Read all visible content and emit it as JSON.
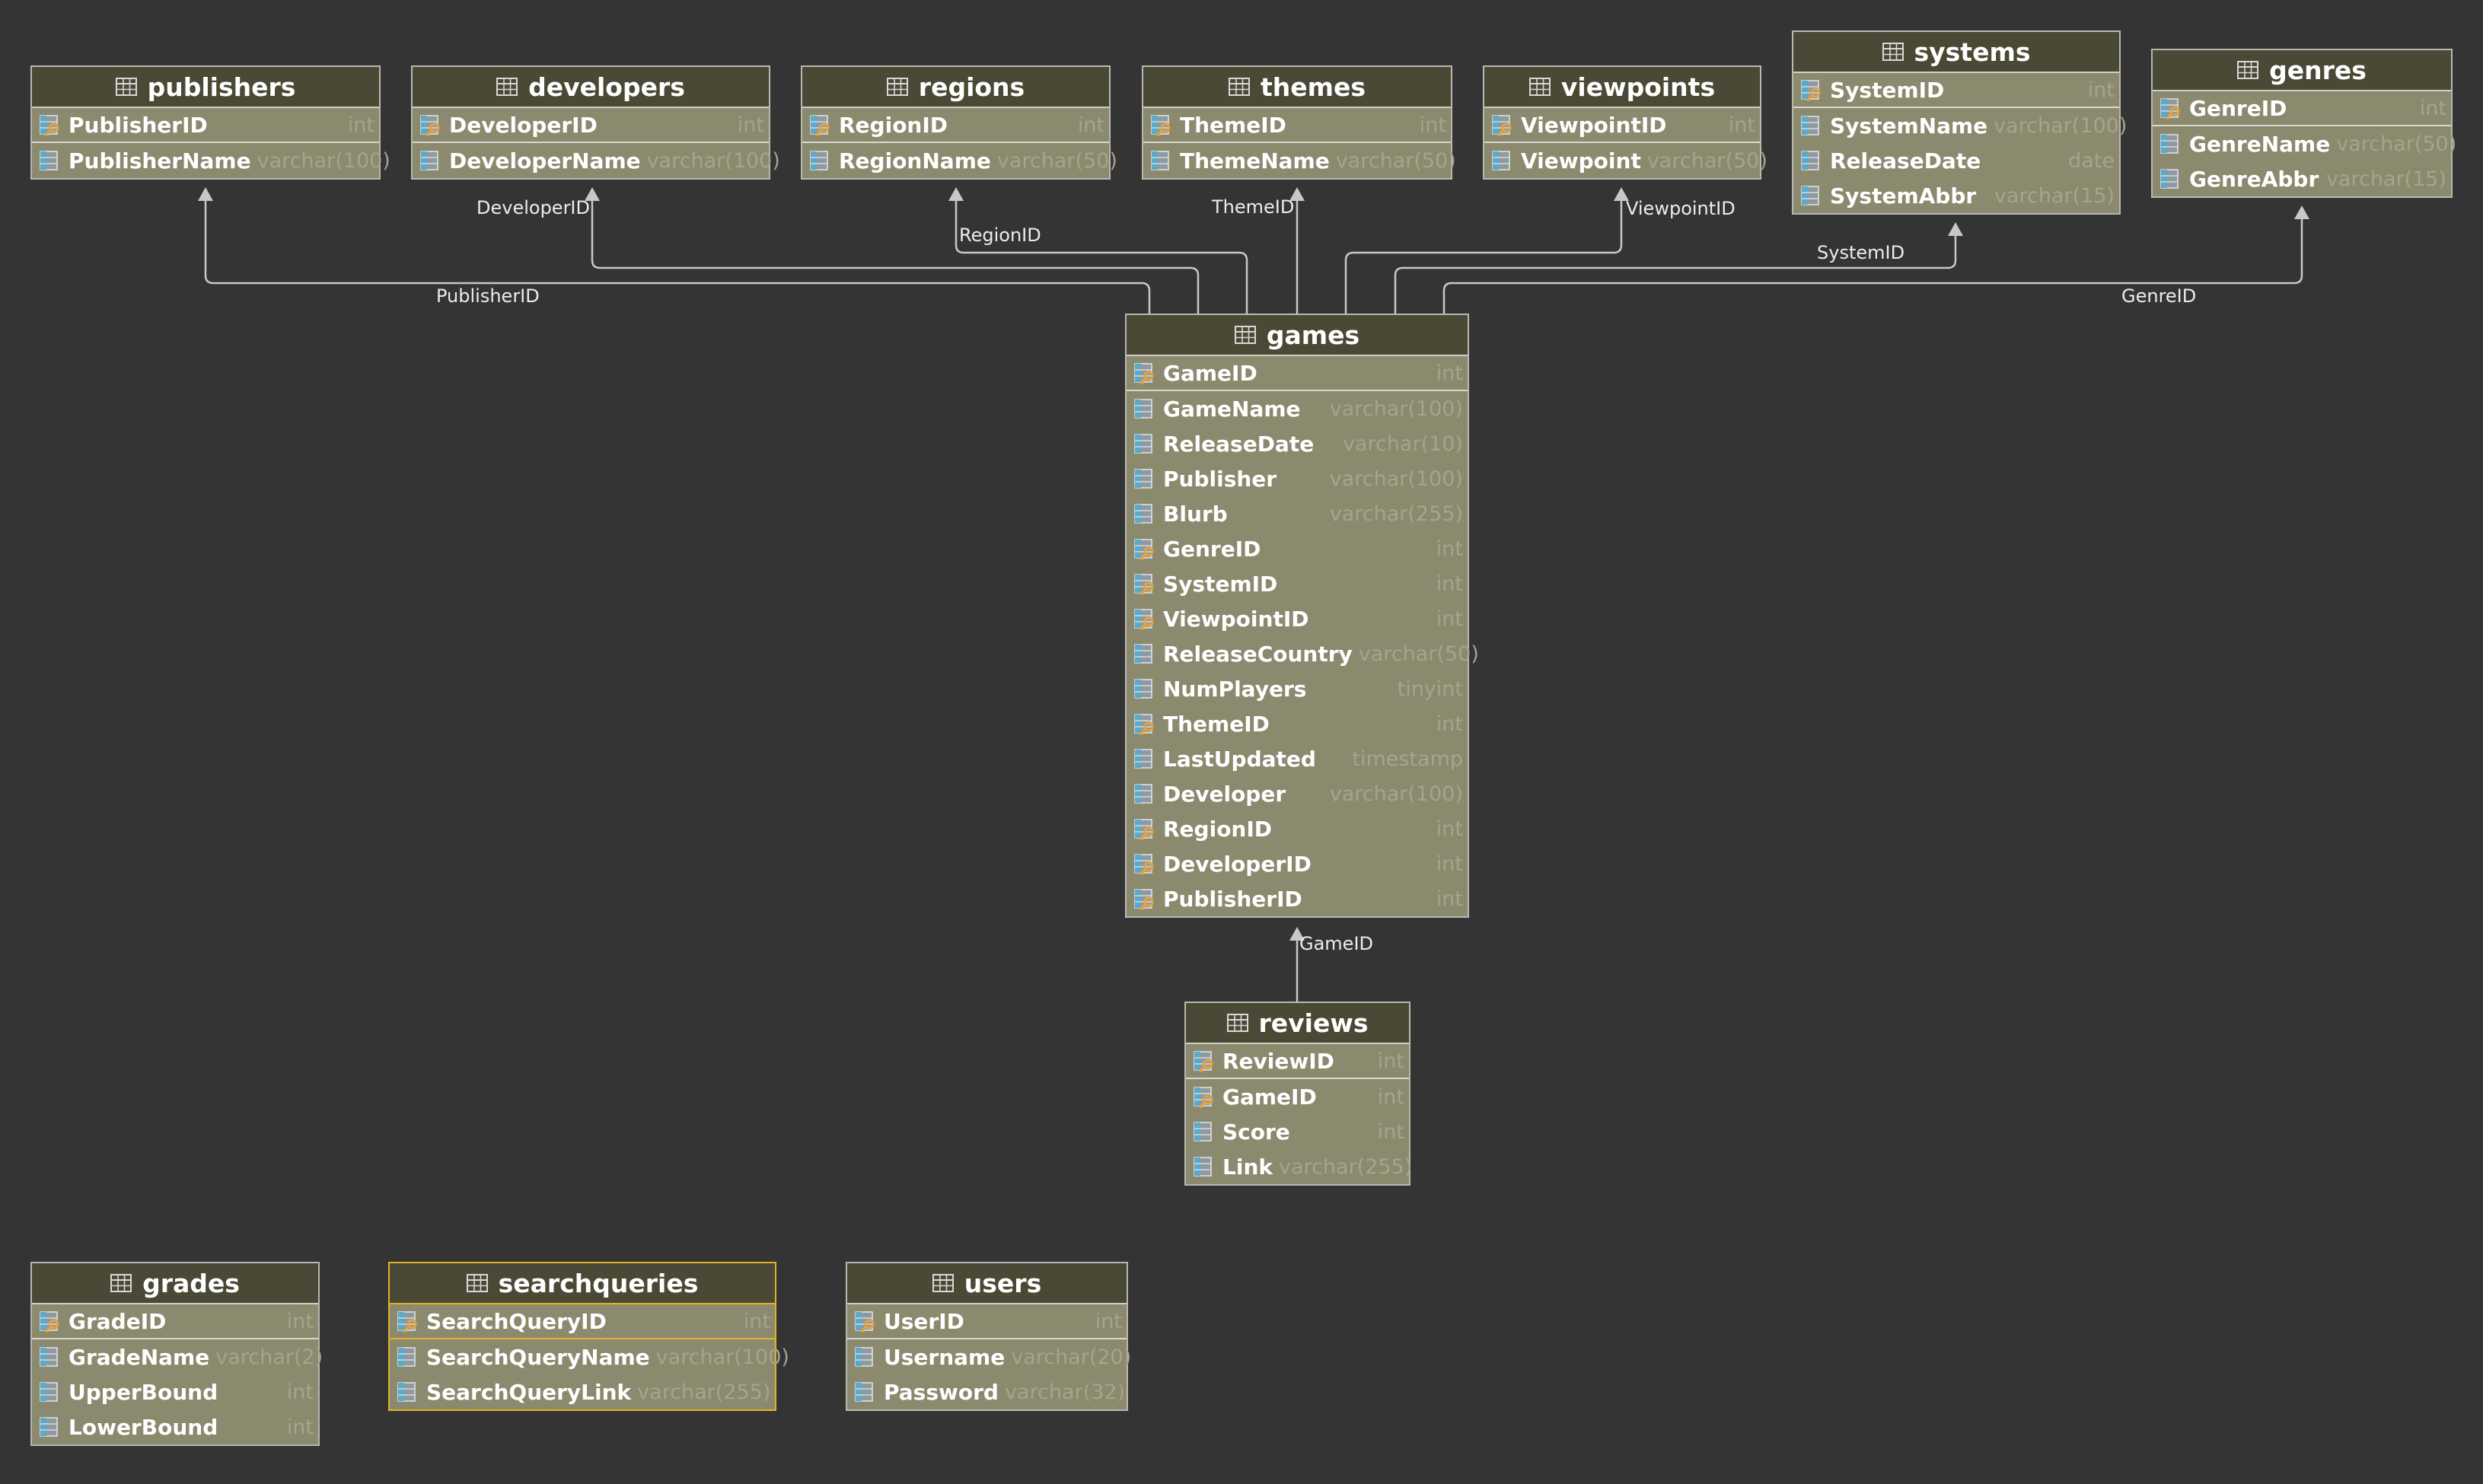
{
  "colors": {
    "background": "#343434",
    "header": "#4a4935",
    "body": "#8b8a6f",
    "border": "#b8b8b0",
    "selected_border": "#e0b22a",
    "line": "#c8c8c8",
    "key_icon": "#e8a238",
    "column_icon": "#5ea8c8"
  },
  "tables": {
    "publishers": {
      "name": "publishers",
      "columns": [
        {
          "name": "PublisherID",
          "type": "int",
          "pk": true,
          "fk": false
        },
        {
          "name": "PublisherName",
          "type": "varchar(100)",
          "pk": false,
          "fk": false
        }
      ]
    },
    "developers": {
      "name": "developers",
      "columns": [
        {
          "name": "DeveloperID",
          "type": "int",
          "pk": true,
          "fk": false
        },
        {
          "name": "DeveloperName",
          "type": "varchar(100)",
          "pk": false,
          "fk": false
        }
      ]
    },
    "regions": {
      "name": "regions",
      "columns": [
        {
          "name": "RegionID",
          "type": "int",
          "pk": true,
          "fk": false
        },
        {
          "name": "RegionName",
          "type": "varchar(50)",
          "pk": false,
          "fk": false
        }
      ]
    },
    "themes": {
      "name": "themes",
      "columns": [
        {
          "name": "ThemeID",
          "type": "int",
          "pk": true,
          "fk": false
        },
        {
          "name": "ThemeName",
          "type": "varchar(50)",
          "pk": false,
          "fk": false
        }
      ]
    },
    "viewpoints": {
      "name": "viewpoints",
      "columns": [
        {
          "name": "ViewpointID",
          "type": "int",
          "pk": true,
          "fk": false
        },
        {
          "name": "Viewpoint",
          "type": "varchar(50)",
          "pk": false,
          "fk": false
        }
      ]
    },
    "systems": {
      "name": "systems",
      "columns": [
        {
          "name": "SystemID",
          "type": "int",
          "pk": true,
          "fk": false
        },
        {
          "name": "SystemName",
          "type": "varchar(100)",
          "pk": false,
          "fk": false
        },
        {
          "name": "ReleaseDate",
          "type": "date",
          "pk": false,
          "fk": false
        },
        {
          "name": "SystemAbbr",
          "type": "varchar(15)",
          "pk": false,
          "fk": false
        }
      ]
    },
    "genres": {
      "name": "genres",
      "columns": [
        {
          "name": "GenreID",
          "type": "int",
          "pk": true,
          "fk": false
        },
        {
          "name": "GenreName",
          "type": "varchar(50)",
          "pk": false,
          "fk": false
        },
        {
          "name": "GenreAbbr",
          "type": "varchar(15)",
          "pk": false,
          "fk": false
        }
      ]
    },
    "games": {
      "name": "games",
      "columns": [
        {
          "name": "GameID",
          "type": "int",
          "pk": true,
          "fk": false
        },
        {
          "name": "GameName",
          "type": "varchar(100)",
          "pk": false,
          "fk": false
        },
        {
          "name": "ReleaseDate",
          "type": "varchar(10)",
          "pk": false,
          "fk": false
        },
        {
          "name": "Publisher",
          "type": "varchar(100)",
          "pk": false,
          "fk": false
        },
        {
          "name": "Blurb",
          "type": "varchar(255)",
          "pk": false,
          "fk": false
        },
        {
          "name": "GenreID",
          "type": "int",
          "pk": false,
          "fk": true
        },
        {
          "name": "SystemID",
          "type": "int",
          "pk": false,
          "fk": true
        },
        {
          "name": "ViewpointID",
          "type": "int",
          "pk": false,
          "fk": true
        },
        {
          "name": "ReleaseCountry",
          "type": "varchar(50)",
          "pk": false,
          "fk": false
        },
        {
          "name": "NumPlayers",
          "type": "tinyint",
          "pk": false,
          "fk": false
        },
        {
          "name": "ThemeID",
          "type": "int",
          "pk": false,
          "fk": true
        },
        {
          "name": "LastUpdated",
          "type": "timestamp",
          "pk": false,
          "fk": false
        },
        {
          "name": "Developer",
          "type": "varchar(100)",
          "pk": false,
          "fk": false
        },
        {
          "name": "RegionID",
          "type": "int",
          "pk": false,
          "fk": true
        },
        {
          "name": "DeveloperID",
          "type": "int",
          "pk": false,
          "fk": true
        },
        {
          "name": "PublisherID",
          "type": "int",
          "pk": false,
          "fk": true
        }
      ]
    },
    "reviews": {
      "name": "reviews",
      "columns": [
        {
          "name": "ReviewID",
          "type": "int",
          "pk": true,
          "fk": false
        },
        {
          "name": "GameID",
          "type": "int",
          "pk": false,
          "fk": true
        },
        {
          "name": "Score",
          "type": "int",
          "pk": false,
          "fk": false
        },
        {
          "name": "Link",
          "type": "varchar(255)",
          "pk": false,
          "fk": false
        }
      ]
    },
    "grades": {
      "name": "grades",
      "columns": [
        {
          "name": "GradeID",
          "type": "int",
          "pk": true,
          "fk": false
        },
        {
          "name": "GradeName",
          "type": "varchar(2)",
          "pk": false,
          "fk": false
        },
        {
          "name": "UpperBound",
          "type": "int",
          "pk": false,
          "fk": false
        },
        {
          "name": "LowerBound",
          "type": "int",
          "pk": false,
          "fk": false
        }
      ]
    },
    "searchqueries": {
      "name": "searchqueries",
      "selected": true,
      "columns": [
        {
          "name": "SearchQueryID",
          "type": "int",
          "pk": true,
          "fk": false
        },
        {
          "name": "SearchQueryName",
          "type": "varchar(100)",
          "pk": false,
          "fk": false
        },
        {
          "name": "SearchQueryLink",
          "type": "varchar(255)",
          "pk": false,
          "fk": false
        }
      ]
    },
    "users": {
      "name": "users",
      "columns": [
        {
          "name": "UserID",
          "type": "int",
          "pk": true,
          "fk": false
        },
        {
          "name": "Username",
          "type": "varchar(20)",
          "pk": false,
          "fk": false
        },
        {
          "name": "Password",
          "type": "varchar(32)",
          "pk": false,
          "fk": false
        }
      ]
    }
  },
  "relations": [
    {
      "label": "PublisherID",
      "from": "games",
      "to": "publishers"
    },
    {
      "label": "DeveloperID",
      "from": "games",
      "to": "developers"
    },
    {
      "label": "RegionID",
      "from": "games",
      "to": "regions"
    },
    {
      "label": "ThemeID",
      "from": "games",
      "to": "themes"
    },
    {
      "label": "ViewpointID",
      "from": "games",
      "to": "viewpoints"
    },
    {
      "label": "SystemID",
      "from": "games",
      "to": "systems"
    },
    {
      "label": "GenreID",
      "from": "games",
      "to": "genres"
    },
    {
      "label": "GameID",
      "from": "reviews",
      "to": "games"
    }
  ]
}
